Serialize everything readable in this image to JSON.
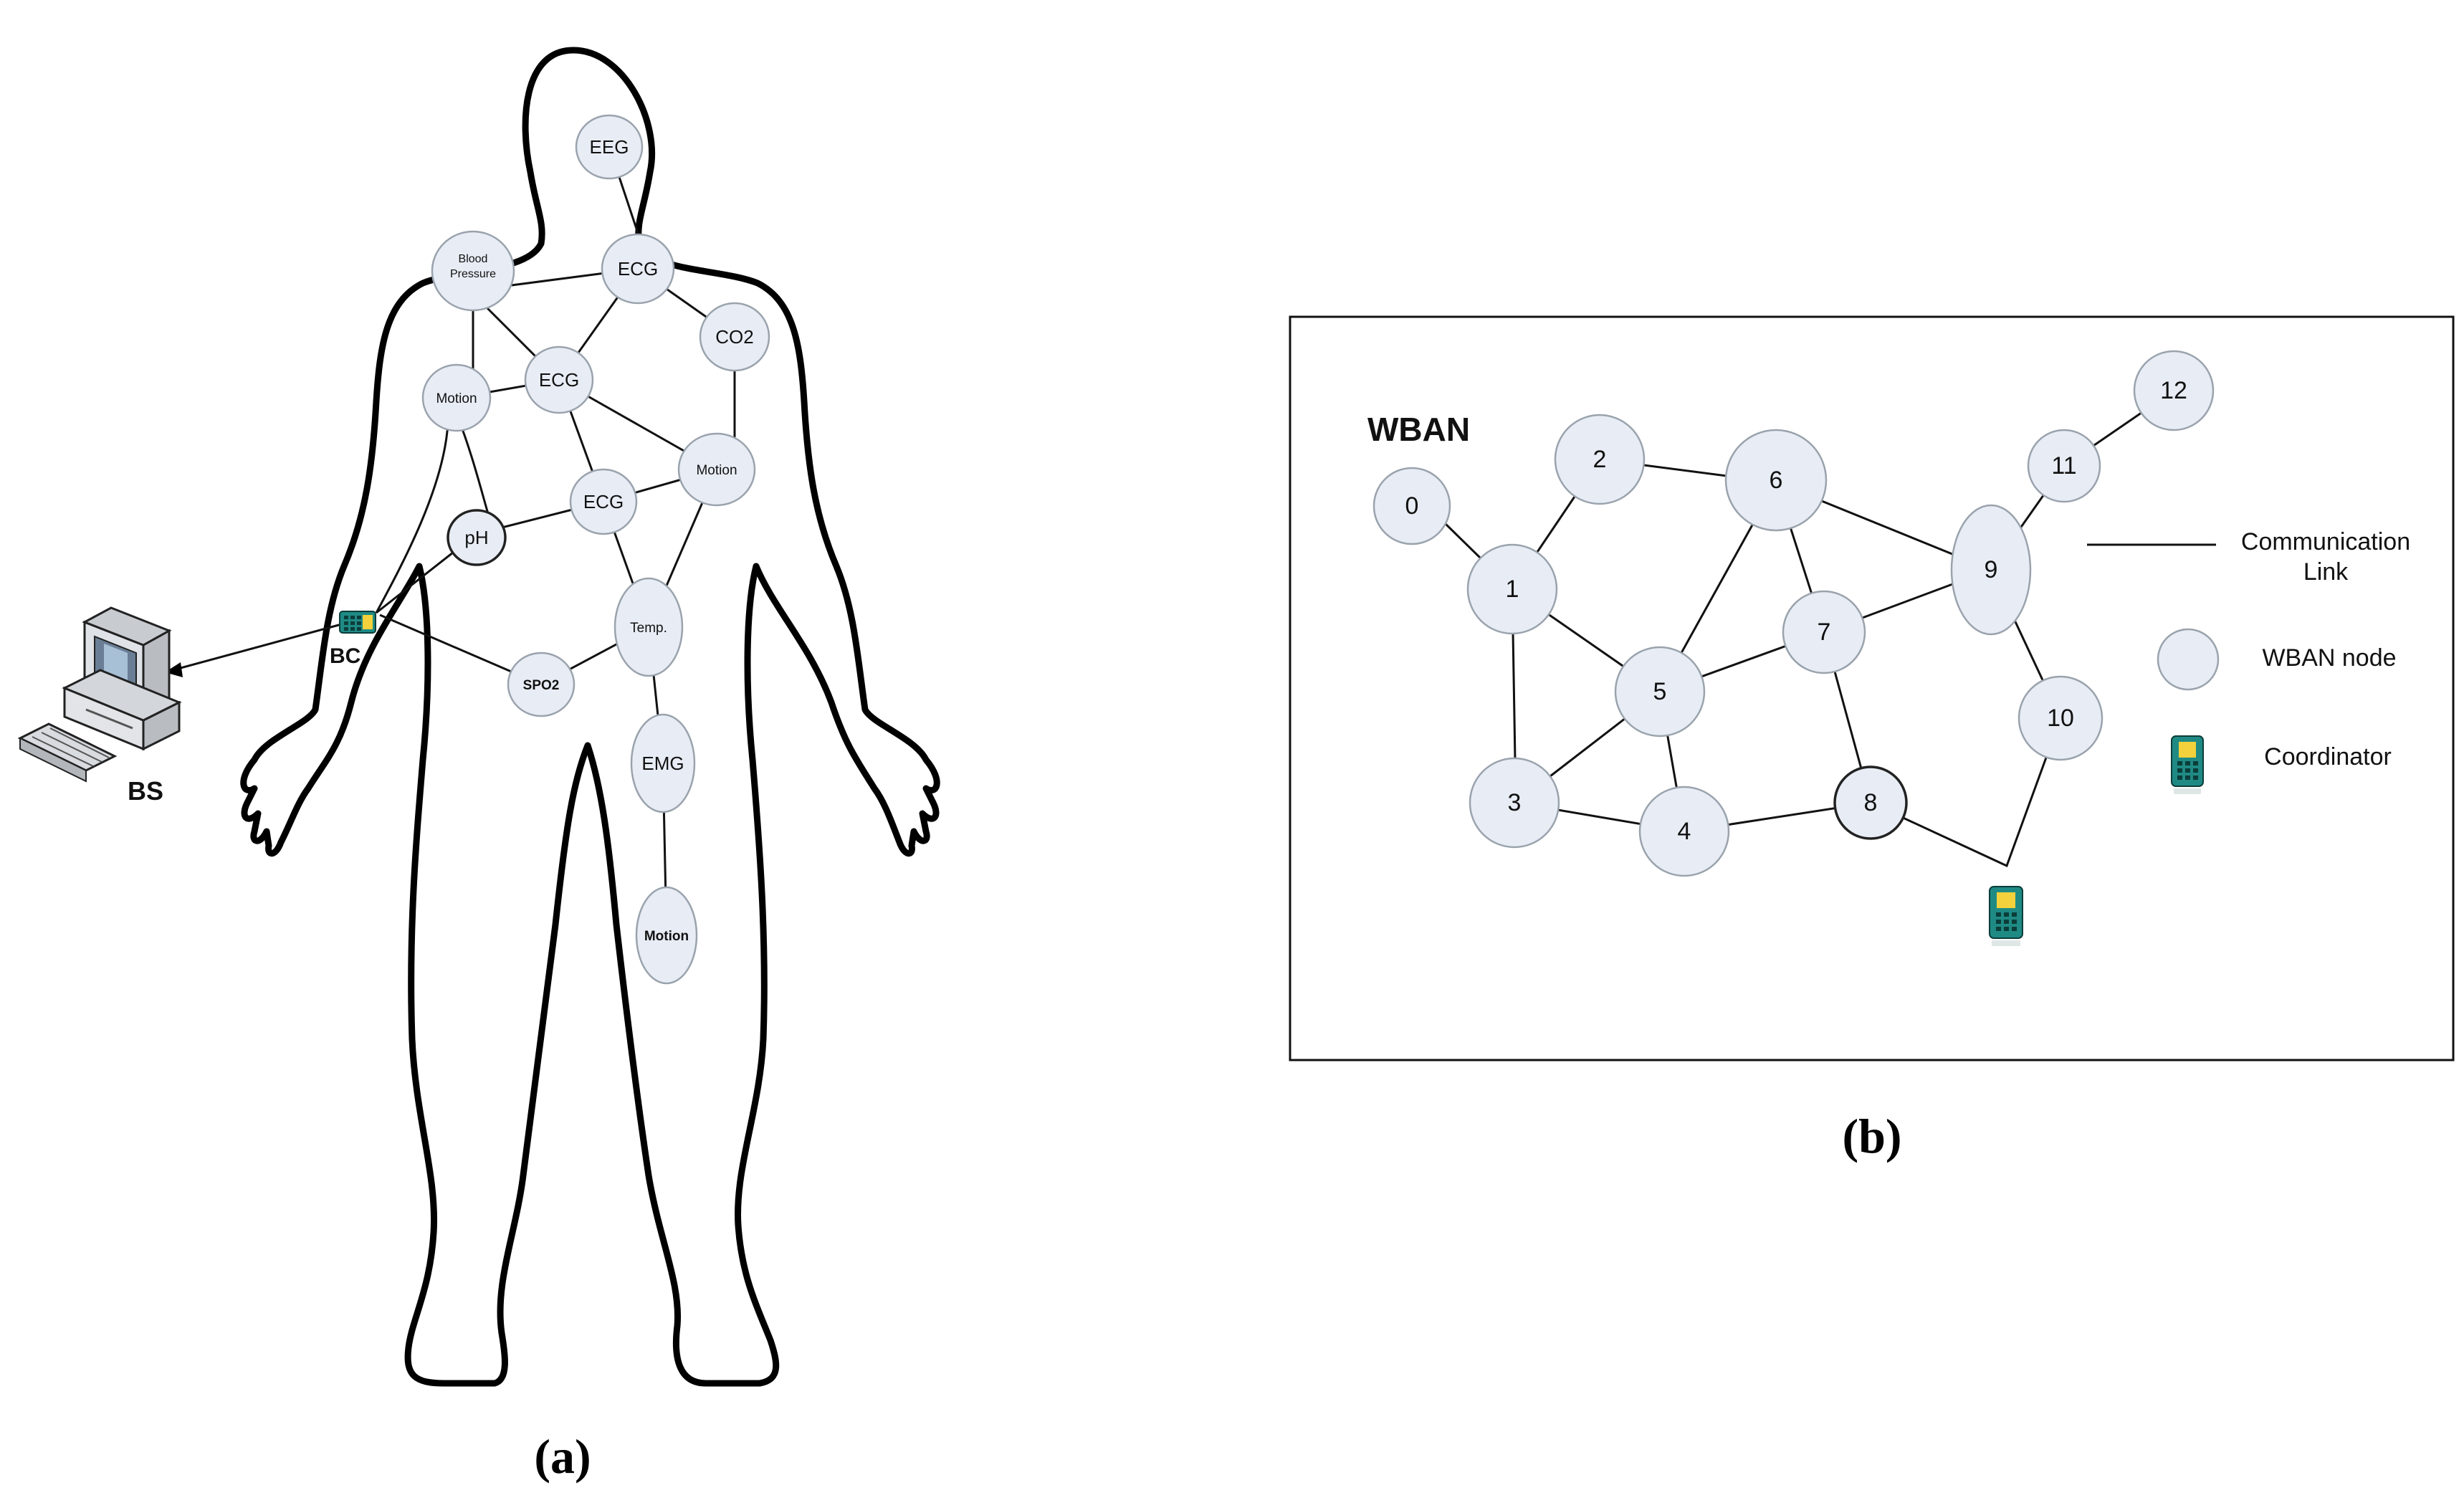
{
  "panel_a": {
    "caption": "(a)",
    "sensors": {
      "eeg": "EEG",
      "blood_pressure_line1": "Blood",
      "blood_pressure_line2": "Pressure",
      "ecg_top": "ECG",
      "co2": "CO2",
      "motion_left": "Motion",
      "ecg_mid": "ECG",
      "motion_right": "Motion",
      "ecg_low": "ECG",
      "ph": "pH",
      "temp": "Temp.",
      "spo2": "SPO2",
      "emg": "EMG",
      "motion_leg": "Motion"
    },
    "coordinator_label": "BC",
    "base_station_label": "BS"
  },
  "panel_b": {
    "caption": "(b)",
    "title": "WBAN",
    "nodes": [
      "0",
      "1",
      "2",
      "3",
      "4",
      "5",
      "6",
      "7",
      "8",
      "9",
      "10",
      "11",
      "12"
    ],
    "legend": {
      "link_line1": "Communication",
      "link_line2": "Link",
      "node": "WBAN node",
      "coordinator": "Coordinator"
    }
  },
  "colors": {
    "node_fill": "#e8edf5",
    "node_stroke": "#9aa3ad",
    "device_teal": "#1f8a84",
    "device_screen": "#f2d13c"
  }
}
